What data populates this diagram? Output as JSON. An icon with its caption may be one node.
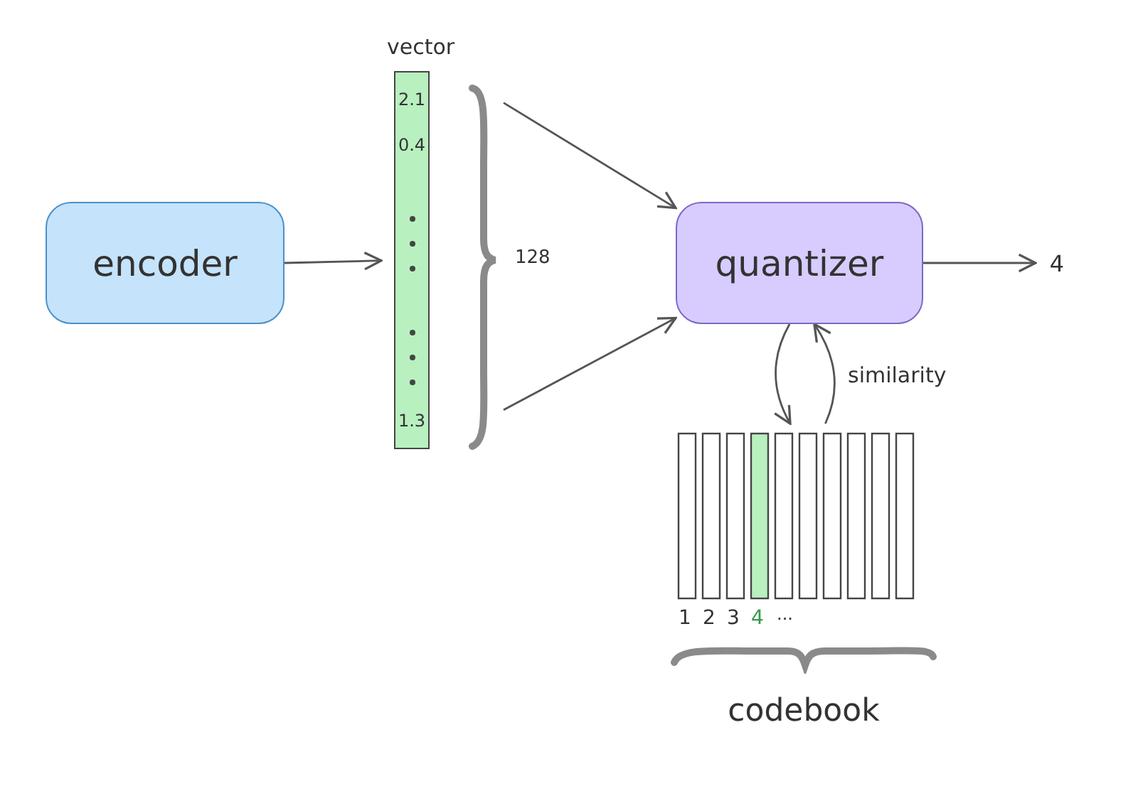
{
  "diagram": {
    "nodes": [
      {
        "text": [
          "encoder"
        ]
      },
      {
        "text": [
          "vector",
          "2.1",
          "0.4",
          "1.3"
        ]
      },
      {
        "text": [
          "quantizer"
        ]
      },
      {
        "text": [
          "4"
        ]
      },
      {
        "text": [
          "codebook"
        ]
      }
    ],
    "edges": [
      {
        "from": 0,
        "to": 1,
        "arrow": "to"
      },
      {
        "from": 1,
        "to": 2,
        "arrow": "to"
      },
      {
        "from": 1,
        "to": 2,
        "arrow": "to"
      },
      {
        "from": 2,
        "to": 3,
        "arrow": "to"
      },
      {
        "from": 2,
        "to": 4,
        "arrow": "to"
      },
      {
        "from": 4,
        "to": 2,
        "arrow": "to",
        "label": "similarity"
      }
    ],
    "labels": [
      "128",
      "1",
      "2",
      "3",
      "4",
      "..."
    ]
  }
}
